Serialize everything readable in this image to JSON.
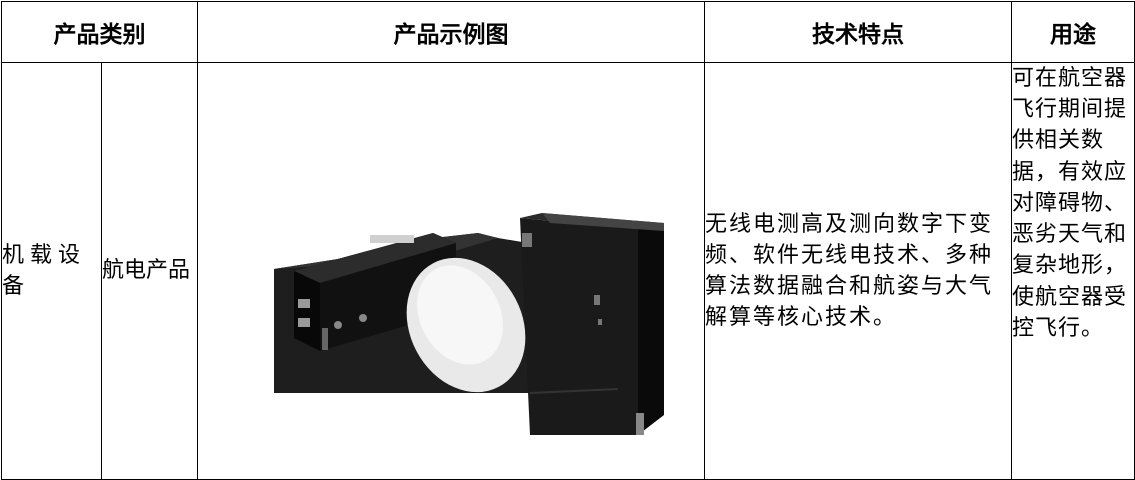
{
  "header": {
    "category": "产品类别",
    "example": "产品示例图",
    "tech": "技术特点",
    "use": "用途"
  },
  "row": {
    "category_main": "机载设备",
    "category_sub": "航电产品",
    "tech_text": "无线电测高及测向数字下变频、软件无线电技术、多种算法数据融合和航姿与大气解算等核心技术。",
    "use_text": "可在航空器飞行期间提供相关数据，有效应对障碍物、恶劣天气和复杂地形，使航空器受控飞行。"
  },
  "images": {
    "left": "avionics-unit-with-dome-antenna",
    "right": "black-box-enclosure"
  }
}
